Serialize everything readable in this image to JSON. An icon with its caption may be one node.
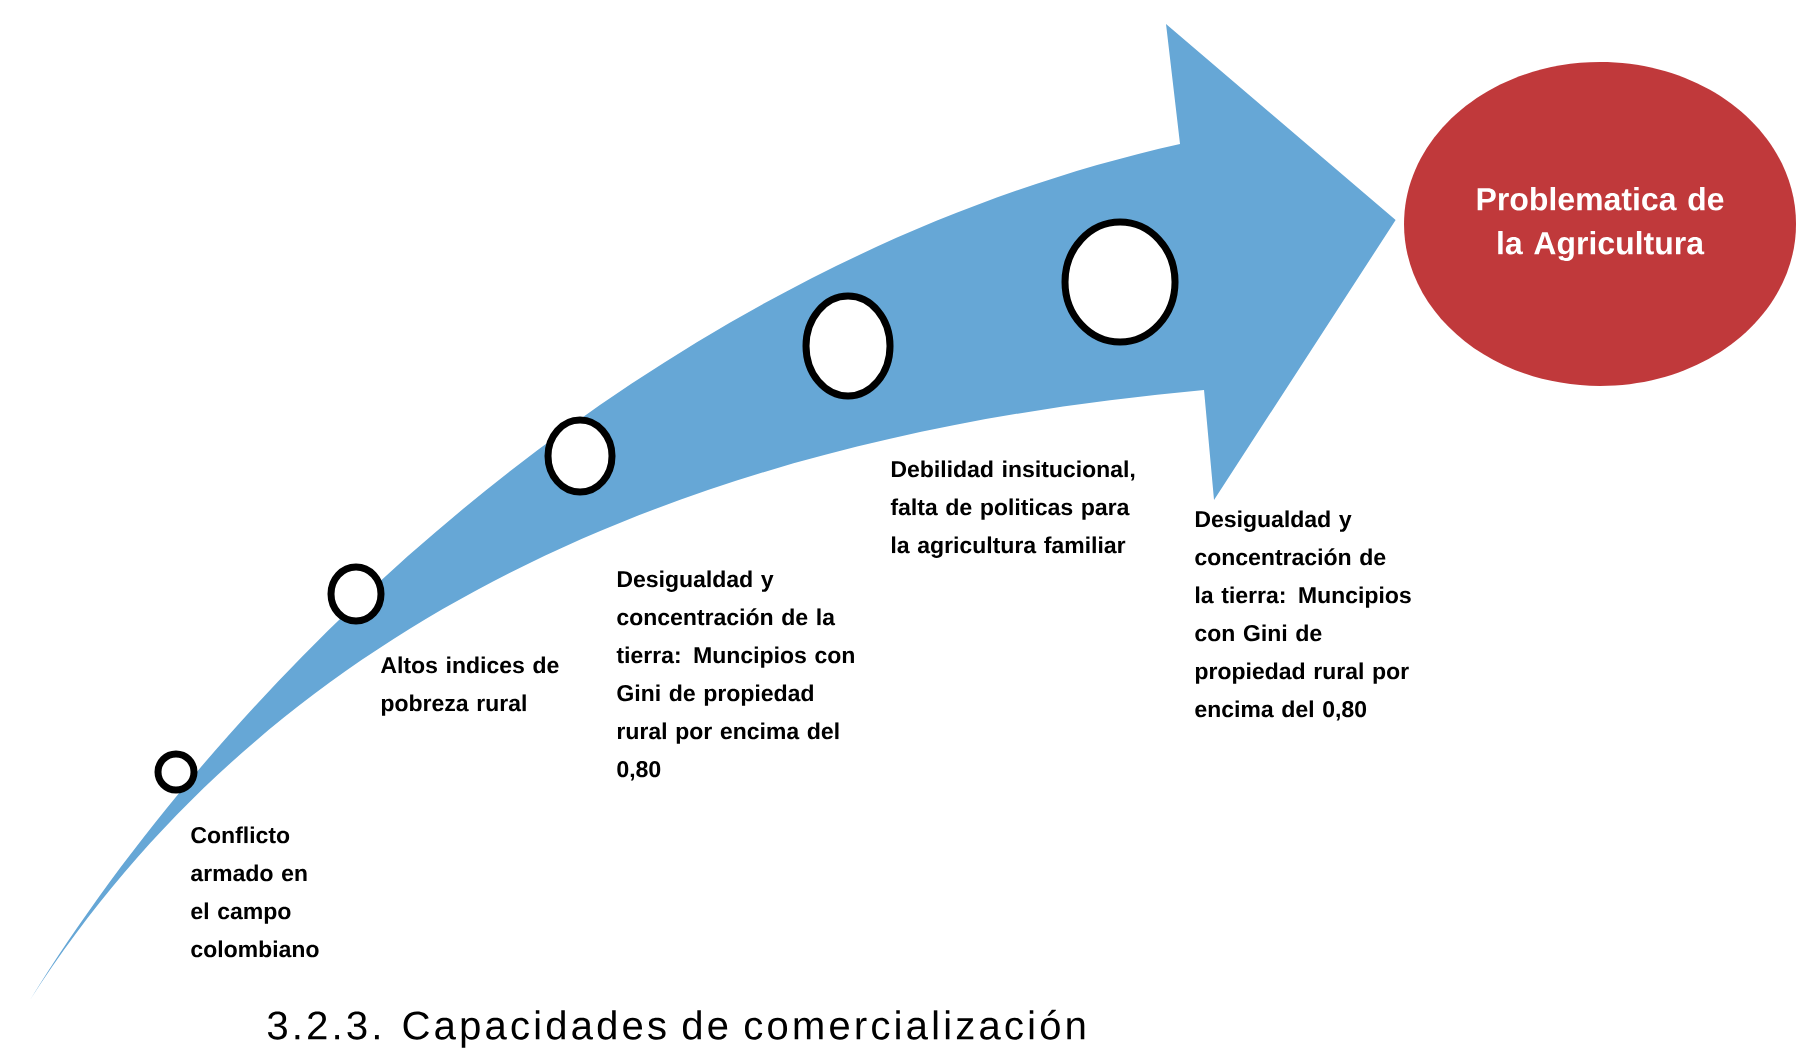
{
  "diagram": {
    "caption": "3.2.3. Capacidades de comercialización",
    "nodes": [
      {
        "text": [],
        "shape": "circle",
        "beside": [
          "Conflicto armado en el campo colombiano"
        ]
      },
      {
        "text": [],
        "shape": "circle",
        "beside": [
          "Altos indices de pobreza rural"
        ]
      },
      {
        "text": [],
        "shape": "circle",
        "beside": [
          "Desigualdad y concentración de la tierra: Muncipios con Gini de propiedad rural por encima del 0,80"
        ]
      },
      {
        "text": [],
        "shape": "circle",
        "beside": [
          "Debilidad insitucional, falta de politicas para la agricultura familiar"
        ]
      },
      {
        "text": [],
        "shape": "circle"
      },
      {
        "text": [
          "Problematica de la Agricultura"
        ]
      }
    ],
    "edges": [
      {
        "from": null,
        "to": 5,
        "arrow": "to"
      }
    ],
    "labels": [
      "Desigualdad y concentración de la tierra: Muncipios con Gini de propiedad rural por encima del 0,80"
    ]
  }
}
